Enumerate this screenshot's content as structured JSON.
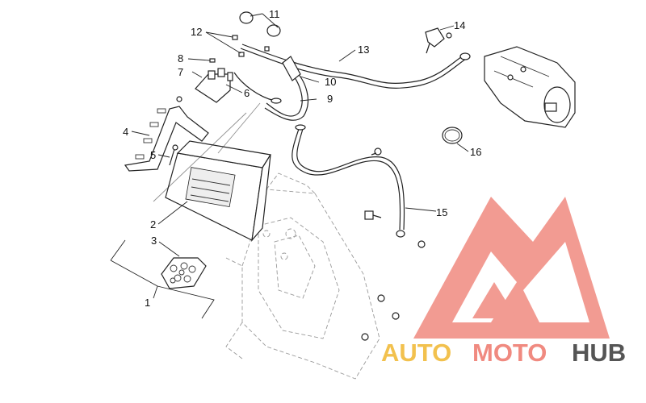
{
  "callouts": [
    {
      "id": "c1",
      "label": "1"
    },
    {
      "id": "c2",
      "label": "2"
    },
    {
      "id": "c3",
      "label": "3"
    },
    {
      "id": "c4",
      "label": "4"
    },
    {
      "id": "c5",
      "label": "5"
    },
    {
      "id": "c6",
      "label": "6"
    },
    {
      "id": "c7",
      "label": "7"
    },
    {
      "id": "c8",
      "label": "8"
    },
    {
      "id": "c9",
      "label": "9"
    },
    {
      "id": "c10",
      "label": "10"
    },
    {
      "id": "c11",
      "label": "11"
    },
    {
      "id": "c12",
      "label": "12"
    },
    {
      "id": "c13",
      "label": "13"
    },
    {
      "id": "c14",
      "label": "14"
    },
    {
      "id": "c15",
      "label": "15"
    },
    {
      "id": "c16",
      "label": "16"
    }
  ],
  "watermark": {
    "part1": "AUTO",
    "part2": "MOTO",
    "part3": "HUB",
    "colors": {
      "auto": "#f2c14e",
      "moto": "#f08a80",
      "hub": "#555555",
      "logo": "#f08a80"
    }
  }
}
